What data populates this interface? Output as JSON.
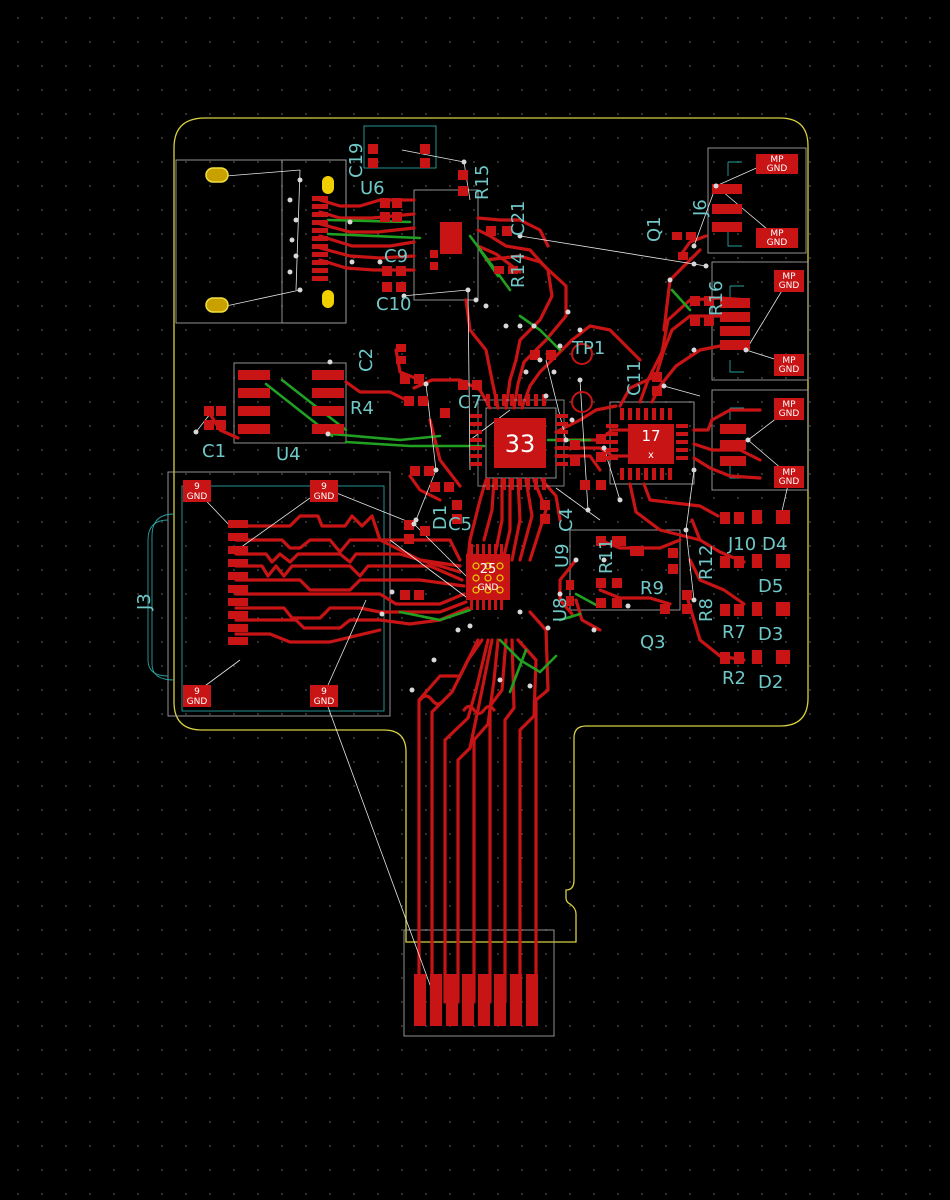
{
  "board": {
    "colors": {
      "background": "#000000",
      "edge_cuts": "#d8d040",
      "courtyard": "#2aa0a0",
      "fab_outline": "#a0a0a0",
      "front_copper": "#c81414",
      "back_copper": "#22a022",
      "silkscreen": "#6fc7c7",
      "ratsnest": "#ffffff",
      "via": "#d0d0d0"
    },
    "ref_labels": [
      {
        "id": "c19",
        "text": "C19"
      },
      {
        "id": "u6",
        "text": "U6"
      },
      {
        "id": "r15",
        "text": "R15"
      },
      {
        "id": "c21",
        "text": "C21"
      },
      {
        "id": "r14",
        "text": "R14"
      },
      {
        "id": "c9",
        "text": "C9"
      },
      {
        "id": "c10",
        "text": "C10"
      },
      {
        "id": "q1",
        "text": "Q1"
      },
      {
        "id": "j6",
        "text": "J6"
      },
      {
        "id": "r16",
        "text": "R16"
      },
      {
        "id": "c2",
        "text": "C2"
      },
      {
        "id": "tp1",
        "text": "TP1"
      },
      {
        "id": "r4",
        "text": "R4"
      },
      {
        "id": "c7",
        "text": "C7"
      },
      {
        "id": "c11",
        "text": "C11"
      },
      {
        "id": "c1",
        "text": "C1"
      },
      {
        "id": "u4",
        "text": "U4"
      },
      {
        "id": "d1",
        "text": "D1"
      },
      {
        "id": "c5",
        "text": "C5"
      },
      {
        "id": "c4",
        "text": "C4"
      },
      {
        "id": "j3",
        "text": "J3"
      },
      {
        "id": "u9",
        "text": "U9"
      },
      {
        "id": "u8",
        "text": "U8"
      },
      {
        "id": "r11",
        "text": "R11"
      },
      {
        "id": "r9",
        "text": "R9"
      },
      {
        "id": "r12",
        "text": "R12"
      },
      {
        "id": "r8",
        "text": "R8"
      },
      {
        "id": "q3",
        "text": "Q3"
      },
      {
        "id": "j10",
        "text": "J10"
      },
      {
        "id": "d4",
        "text": "D4"
      },
      {
        "id": "d5",
        "text": "D5"
      },
      {
        "id": "r7",
        "text": "R7"
      },
      {
        "id": "d3",
        "text": "D3"
      },
      {
        "id": "r2",
        "text": "R2"
      },
      {
        "id": "d2",
        "text": "D2"
      }
    ],
    "big_pads": {
      "u_main_pad": "33",
      "u_right_pad": "17",
      "u_right_sub": "x",
      "u_center_pad": "25",
      "u_center_net": "GND"
    },
    "sd_pads": [
      {
        "num": "9",
        "net": "GND"
      },
      {
        "num": "9",
        "net": "GND"
      },
      {
        "num": "9",
        "net": "GND"
      },
      {
        "num": "9",
        "net": "GND"
      }
    ],
    "mp_pads": [
      {
        "num": "MP",
        "net": "GND"
      },
      {
        "num": "MP",
        "net": "GND"
      },
      {
        "num": "MP",
        "net": "GND"
      },
      {
        "num": "MP",
        "net": "GND"
      },
      {
        "num": "MP",
        "net": "GND"
      },
      {
        "num": "MP",
        "net": "GND"
      }
    ]
  }
}
